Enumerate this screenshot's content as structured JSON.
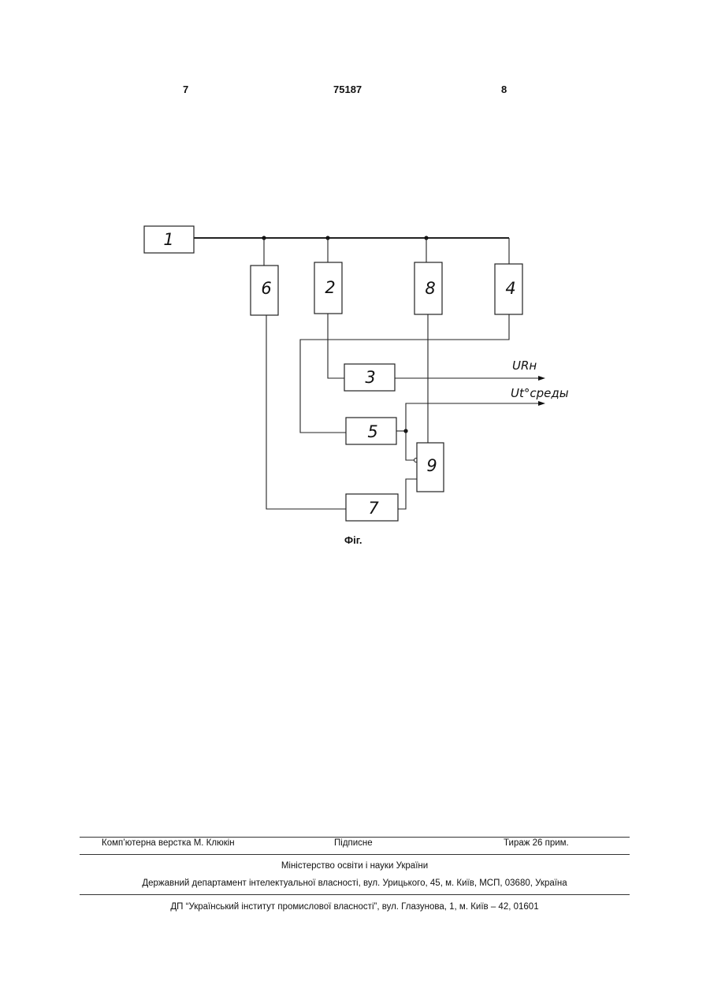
{
  "header": {
    "left_page": "7",
    "patent_number": "75187",
    "right_page": "8"
  },
  "diagram": {
    "blocks": [
      "1",
      "6",
      "2",
      "8",
      "4",
      "3",
      "5",
      "9",
      "7"
    ],
    "signals": {
      "out1": "URн",
      "out2": "Ut°среды"
    },
    "caption": "Фіг."
  },
  "footer": {
    "typesetter": "Комп’ютерна верстка М. Клюкін",
    "subscription": "Підписне",
    "circulation": "Тираж 26 прим.",
    "ministry": "Міністерство освіти і науки України",
    "department": "Державний департамент інтелектуальної власності, вул. Урицького, 45, м. Київ, МСП, 03680, Україна",
    "institute": "ДП “Український інститут промислової власності”, вул. Глазунова, 1, м. Київ – 42, 01601"
  }
}
